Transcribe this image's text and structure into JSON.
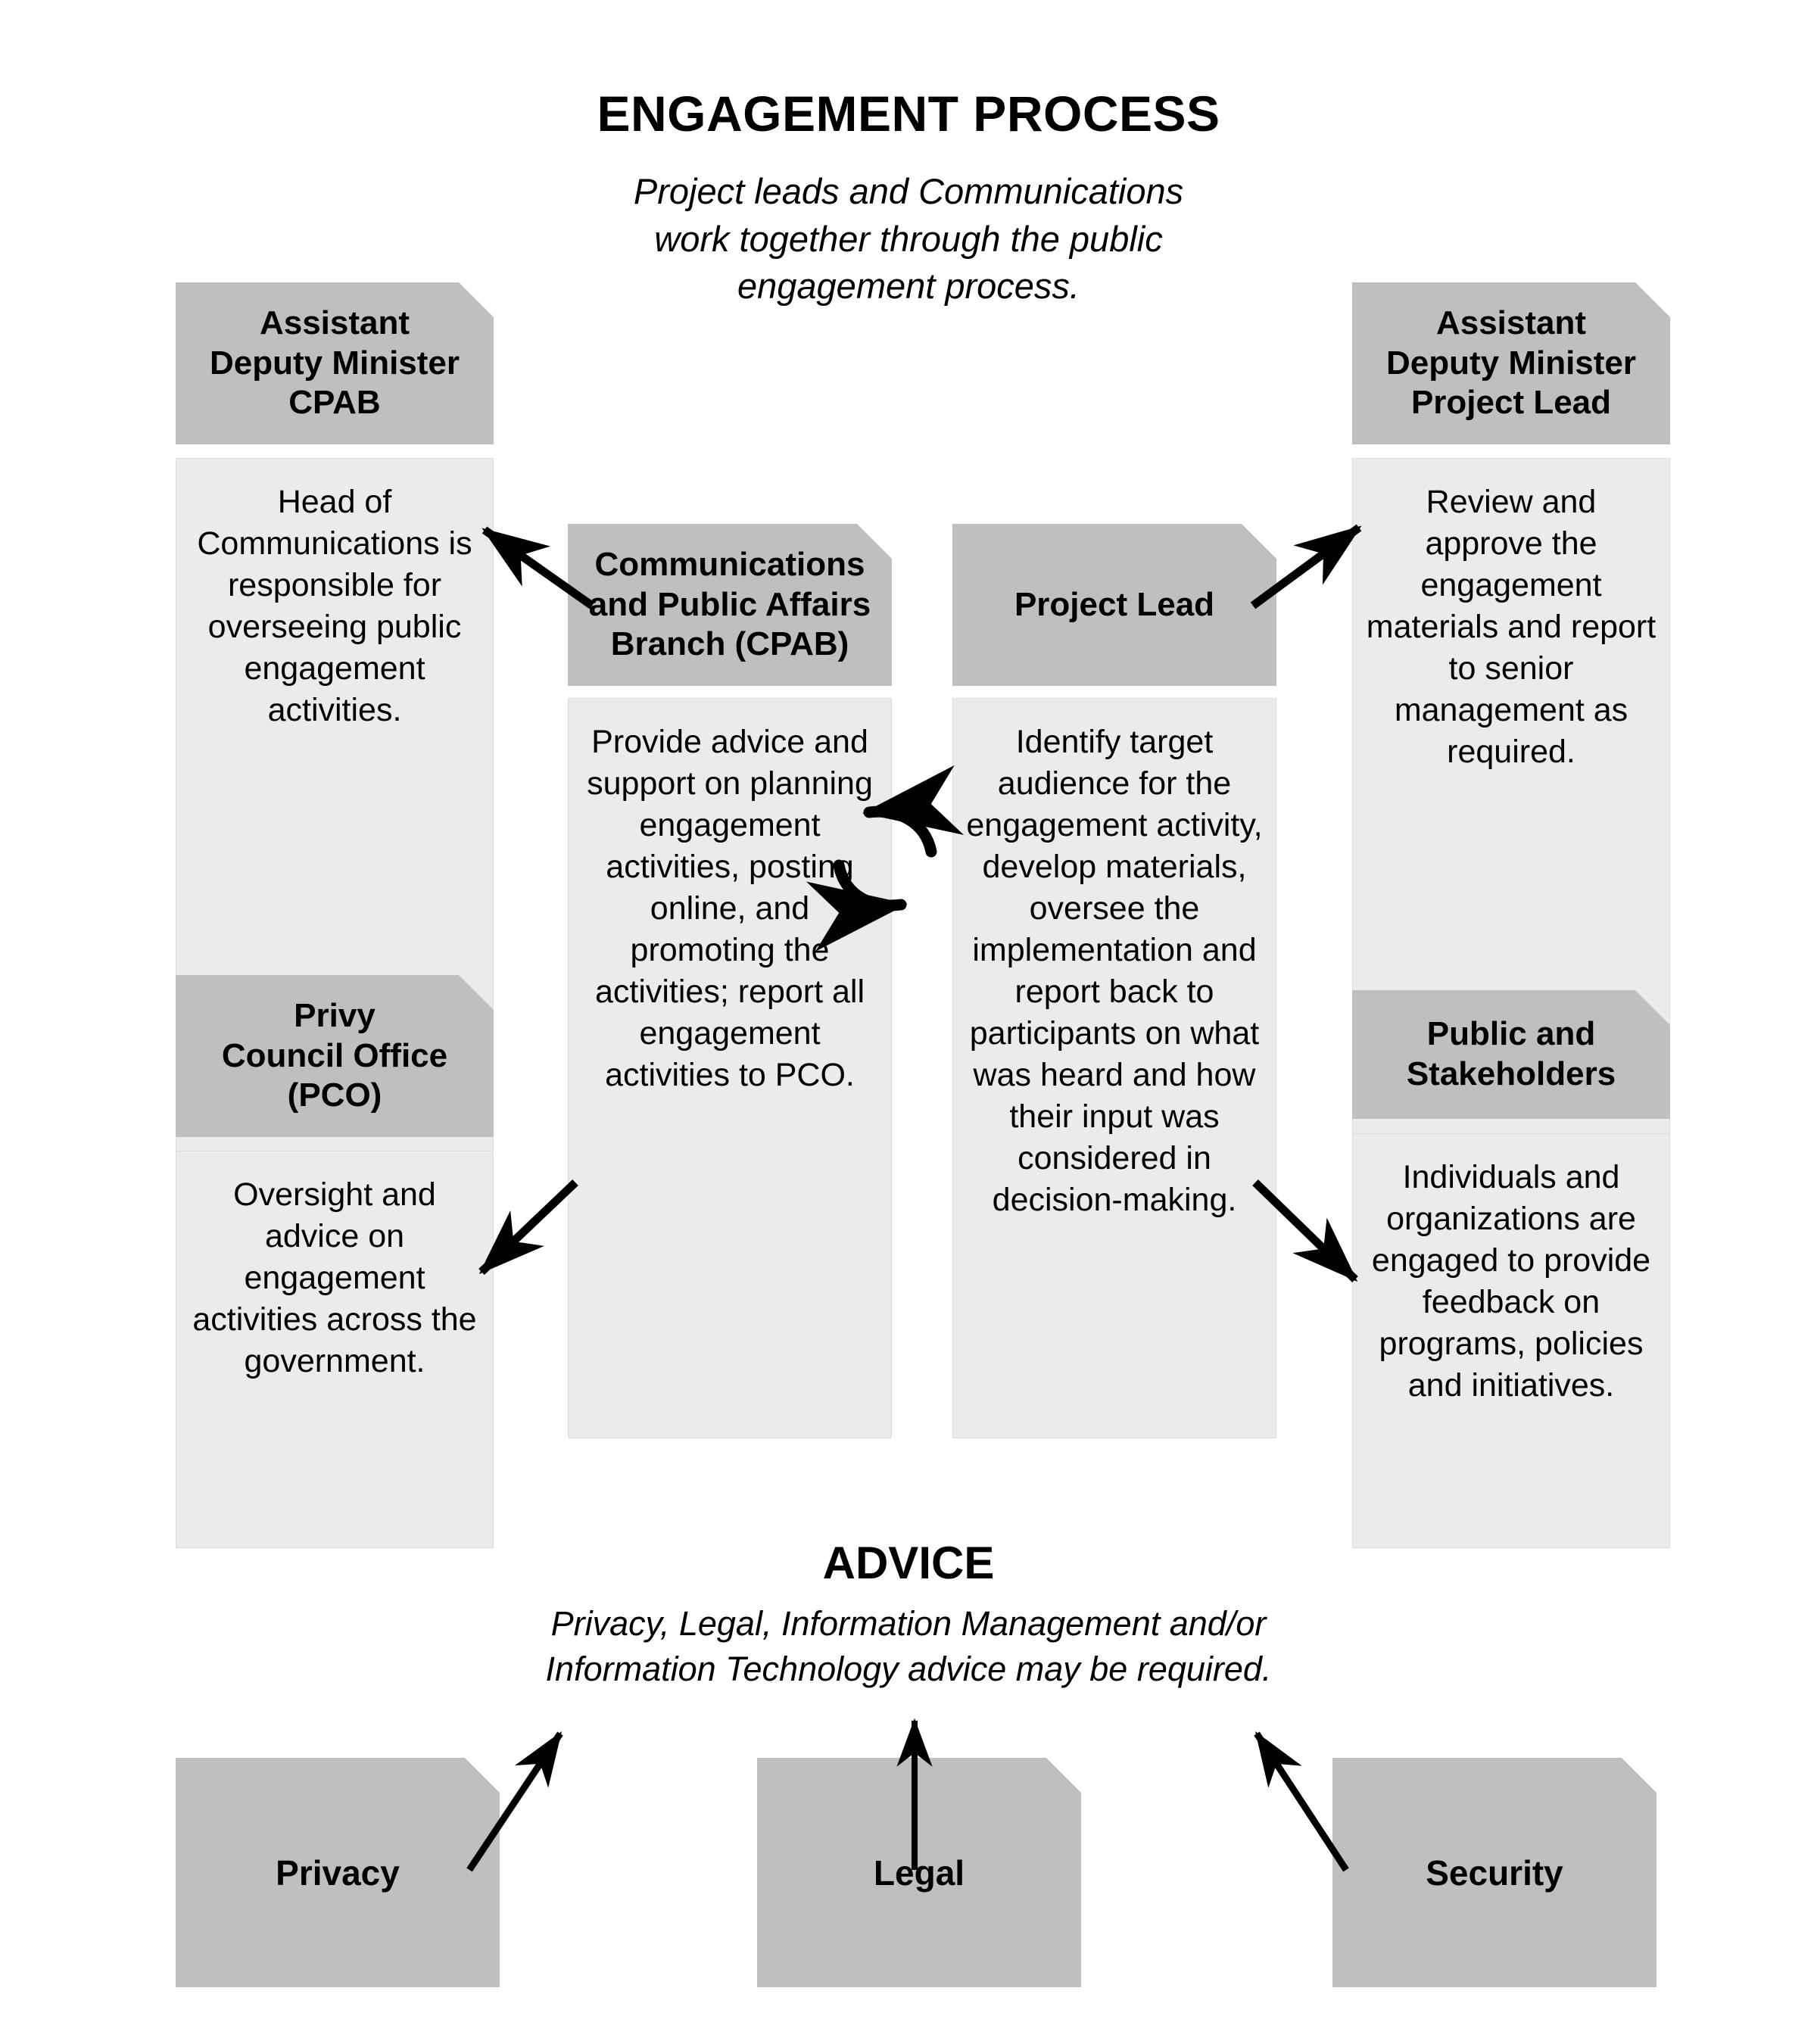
{
  "header": {
    "title": "ENGAGEMENT PROCESS",
    "subtitle_line1": "Project leads and Communications",
    "subtitle_line2": "work together through the public",
    "subtitle_line3": "engagement process."
  },
  "advice": {
    "title": "ADVICE",
    "subtitle_line1": "Privacy, Legal, Information Management and/or",
    "subtitle_line2": "Information Technology advice may be required."
  },
  "nodes": {
    "adm_cpab": {
      "header": "Assistant\nDeputy Minister\nCPAB",
      "body": "Head of Communications is responsible for overseeing public engagement activities."
    },
    "cpab": {
      "header": "Communications and Public Affairs Branch (CPAB)",
      "body": "Provide advice and support on planning engagement activities, posting online, and promoting the activities; report all engagement activities to PCO."
    },
    "project_lead": {
      "header": "Project Lead",
      "body": "Identify target audience for the engagement activity, develop materials, oversee the implementation and report back to participants on what was heard and how their input was considered in decision-making."
    },
    "adm_project_lead": {
      "header": "Assistant\nDeputy Minister\nProject Lead",
      "body": "Review and approve the engagement materials and report to senior management as required."
    },
    "pco": {
      "header": "Privy\nCouncil Office\n(PCO)",
      "body": "Oversight and advice on engagement activities across the government."
    },
    "public_stakeholders": {
      "header": "Public and\nStakeholders",
      "body": "Individuals and organizations are engaged to provide feedback on programs, policies and initiatives."
    },
    "privacy": {
      "label": "Privacy"
    },
    "legal": {
      "label": "Legal"
    },
    "security": {
      "label": "Security"
    }
  },
  "connections": [
    {
      "name": "cpab-to-adm-cpab",
      "from": "cpab",
      "to": "adm_cpab",
      "style": "straight-arrow"
    },
    {
      "name": "cpab-to-pco",
      "from": "cpab",
      "to": "pco",
      "style": "straight-arrow"
    },
    {
      "name": "project-lead-to-adm-project-lead",
      "from": "project_lead",
      "to": "adm_project_lead",
      "style": "straight-arrow"
    },
    {
      "name": "project-lead-to-public-stakeholders",
      "from": "project_lead",
      "to": "public_stakeholders",
      "style": "straight-arrow"
    },
    {
      "name": "cpab-project-lead-exchange",
      "from": "cpab",
      "to": "project_lead",
      "style": "circular-double-arrow"
    },
    {
      "name": "privacy-to-advice",
      "from": "privacy",
      "to": "advice",
      "style": "straight-arrow"
    },
    {
      "name": "legal-to-advice",
      "from": "legal",
      "to": "advice",
      "style": "straight-arrow"
    },
    {
      "name": "security-to-advice",
      "from": "security",
      "to": "advice",
      "style": "straight-arrow"
    }
  ],
  "colors": {
    "header_fill": "#bfbfbf",
    "body_fill": "#ebebeb",
    "body_border": "#dcdcdc",
    "text": "#000000",
    "arrow": "#000000",
    "background": "#ffffff"
  }
}
